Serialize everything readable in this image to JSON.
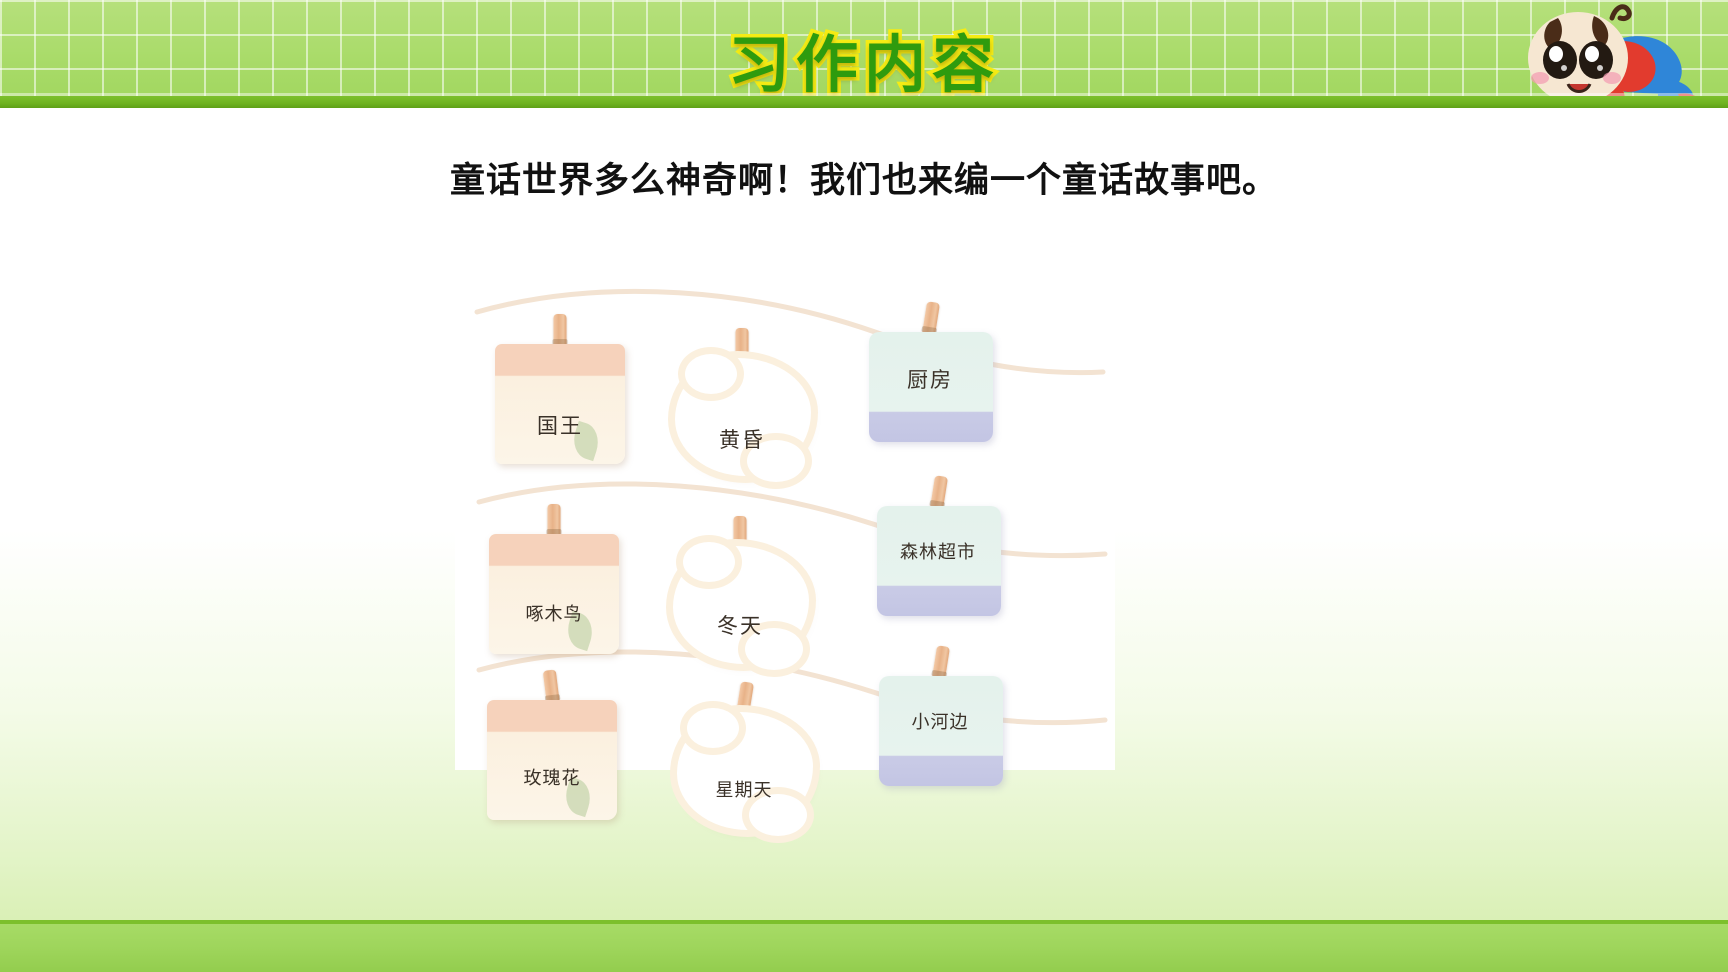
{
  "header": {
    "title": "习作内容",
    "title_fill": "#2e9b0e",
    "title_stroke": "#f5ec14",
    "bg_color": "#a9db69",
    "rule_color": "#6fb321",
    "mascot_name": "panda-baby-mascot"
  },
  "main": {
    "lead_text": "童话世界多么神奇啊！我们也来编一个童话故事吧。",
    "board": {
      "rows": [
        [
          {
            "label": "国王",
            "style": "peach-paper",
            "color": "#f6d2bb"
          },
          {
            "label": "黄昏",
            "style": "white-cloud",
            "color": "#ffffff"
          },
          {
            "label": "厨房",
            "style": "mint-card",
            "color": "#e4f2ec"
          }
        ],
        [
          {
            "label": "啄木鸟",
            "style": "peach-paper",
            "color": "#f6d2bb"
          },
          {
            "label": "冬天",
            "style": "white-cloud",
            "color": "#ffffff"
          },
          {
            "label": "森林超市",
            "style": "mint-card",
            "color": "#e4f2ec"
          }
        ],
        [
          {
            "label": "玫瑰花",
            "style": "peach-paper",
            "color": "#f6d2bb"
          },
          {
            "label": "星期天",
            "style": "white-cloud",
            "color": "#ffffff"
          },
          {
            "label": "小河边",
            "style": "mint-card",
            "color": "#e4f2ec"
          }
        ]
      ]
    }
  },
  "footer": {
    "bg_color": "#9ed55b",
    "rule_color": "#7cc02c"
  }
}
